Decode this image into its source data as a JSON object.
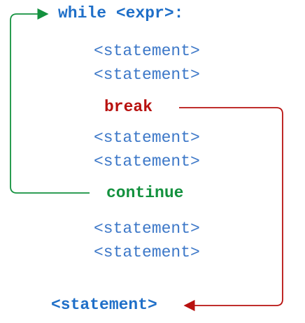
{
  "header": {
    "text": "while <expr>:"
  },
  "statements_top": [
    "<statement>",
    "<statement>"
  ],
  "break_label": "break",
  "statements_middle": [
    "<statement>",
    "<statement>"
  ],
  "continue_label": "continue",
  "statements_bottom": [
    "<statement>",
    "<statement>"
  ],
  "after_loop_statement": "<statement>",
  "colors": {
    "keyword": "#1f6fc8",
    "statement": "#3d78c8",
    "break": "#b8110f",
    "continue": "#13913e"
  }
}
